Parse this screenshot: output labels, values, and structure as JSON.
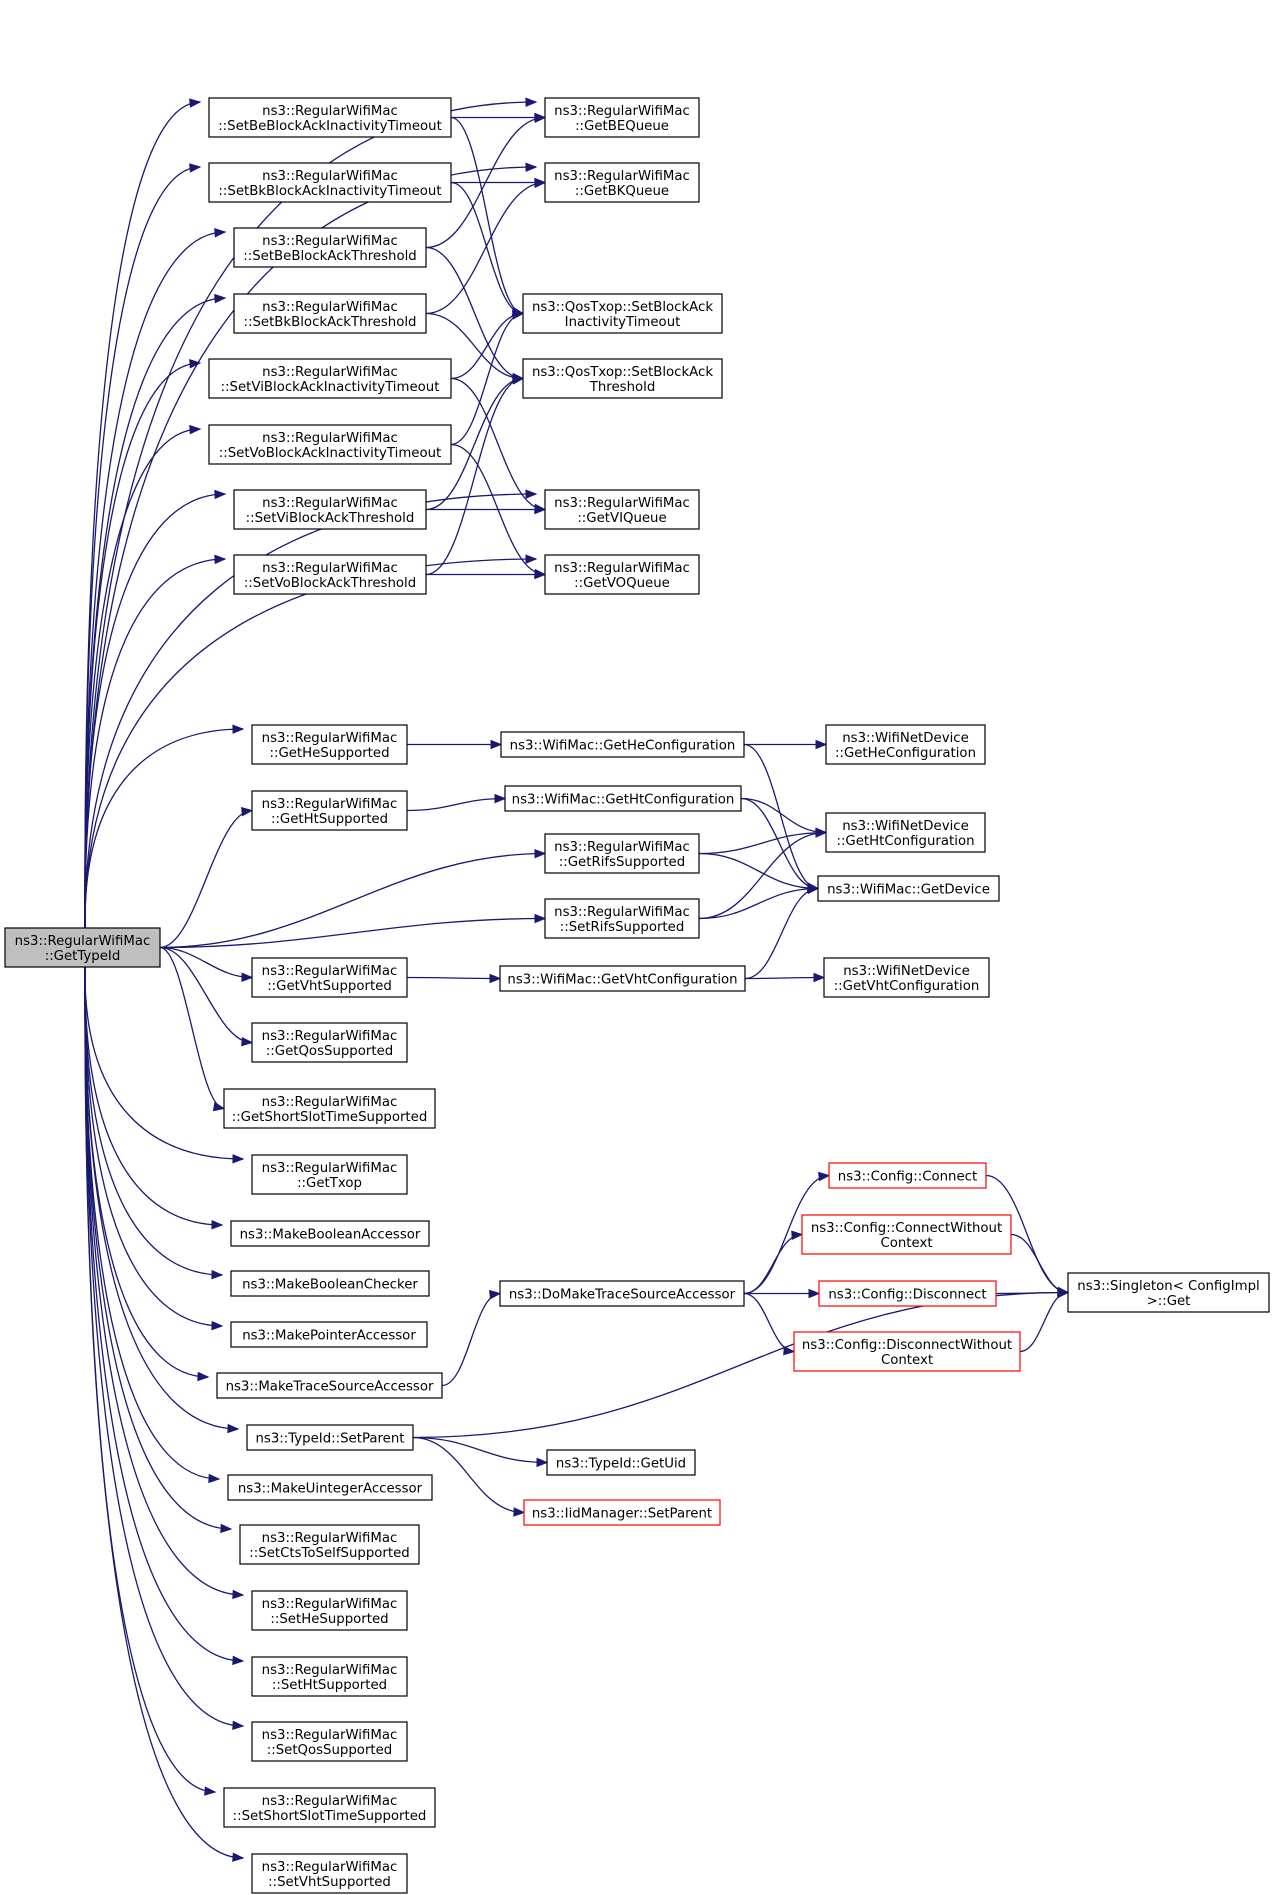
{
  "colors": {
    "edge": "#191970",
    "node_border": "#000000",
    "truncated_border": "#ff0000",
    "root_fill": "#bfbfbf",
    "node_fill": "#ffffff"
  },
  "nodes": {
    "root": [
      "ns3::RegularWifiMac",
      "::GetTypeId"
    ],
    "setBeBlockAckInactivityTimeout": [
      "ns3::RegularWifiMac",
      "::SetBeBlockAckInactivityTimeout"
    ],
    "setBkBlockAckInactivityTimeout": [
      "ns3::RegularWifiMac",
      "::SetBkBlockAckInactivityTimeout"
    ],
    "setBeBlockAckThreshold": [
      "ns3::RegularWifiMac",
      "::SetBeBlockAckThreshold"
    ],
    "setBkBlockAckThreshold": [
      "ns3::RegularWifiMac",
      "::SetBkBlockAckThreshold"
    ],
    "setViBlockAckInactivityTimeout": [
      "ns3::RegularWifiMac",
      "::SetViBlockAckInactivityTimeout"
    ],
    "setVoBlockAckInactivityTimeout": [
      "ns3::RegularWifiMac",
      "::SetVoBlockAckInactivityTimeout"
    ],
    "setViBlockAckThreshold": [
      "ns3::RegularWifiMac",
      "::SetViBlockAckThreshold"
    ],
    "setVoBlockAckThreshold": [
      "ns3::RegularWifiMac",
      "::SetVoBlockAckThreshold"
    ],
    "getBEQueue": [
      "ns3::RegularWifiMac",
      "::GetBEQueue"
    ],
    "getBKQueue": [
      "ns3::RegularWifiMac",
      "::GetBKQueue"
    ],
    "qosSetBlockAckInactivityTimeout": [
      "ns3::QosTxop::SetBlockAck",
      "InactivityTimeout"
    ],
    "qosSetBlockAckThreshold": [
      "ns3::QosTxop::SetBlockAck",
      "Threshold"
    ],
    "getVIQueue": [
      "ns3::RegularWifiMac",
      "::GetVIQueue"
    ],
    "getVOQueue": [
      "ns3::RegularWifiMac",
      "::GetVOQueue"
    ],
    "getHeSupported": [
      "ns3::RegularWifiMac",
      "::GetHeSupported"
    ],
    "getHtSupported": [
      "ns3::RegularWifiMac",
      "::GetHtSupported"
    ],
    "getRifsSupported": [
      "ns3::RegularWifiMac",
      "::GetRifsSupported"
    ],
    "setRifsSupported": [
      "ns3::RegularWifiMac",
      "::SetRifsSupported"
    ],
    "getVhtSupported": [
      "ns3::RegularWifiMac",
      "::GetVhtSupported"
    ],
    "getQosSupported": [
      "ns3::RegularWifiMac",
      "::GetQosSupported"
    ],
    "getShortSlotTimeSupported": [
      "ns3::RegularWifiMac",
      "::GetShortSlotTimeSupported"
    ],
    "getTxop": [
      "ns3::RegularWifiMac",
      "::GetTxop"
    ],
    "wifiMacGetHeConfiguration": [
      "ns3::WifiMac::GetHeConfiguration"
    ],
    "wifiMacGetHtConfiguration": [
      "ns3::WifiMac::GetHtConfiguration"
    ],
    "wifiMacGetVhtConfiguration": [
      "ns3::WifiMac::GetVhtConfiguration"
    ],
    "wifiMacGetDevice": [
      "ns3::WifiMac::GetDevice"
    ],
    "netDeviceGetHeConfiguration": [
      "ns3::WifiNetDevice",
      "::GetHeConfiguration"
    ],
    "netDeviceGetHtConfiguration": [
      "ns3::WifiNetDevice",
      "::GetHtConfiguration"
    ],
    "netDeviceGetVhtConfiguration": [
      "ns3::WifiNetDevice",
      "::GetVhtConfiguration"
    ],
    "makeBooleanAccessor": [
      "ns3::MakeBooleanAccessor"
    ],
    "makeBooleanChecker": [
      "ns3::MakeBooleanChecker"
    ],
    "makePointerAccessor": [
      "ns3::MakePointerAccessor"
    ],
    "makeTraceSourceAccessor": [
      "ns3::MakeTraceSourceAccessor"
    ],
    "doMakeTraceSourceAccessor": [
      "ns3::DoMakeTraceSourceAccessor"
    ],
    "configConnect": [
      "ns3::Config::Connect"
    ],
    "configConnectWithoutContext": [
      "ns3::Config::ConnectWithout",
      "Context"
    ],
    "configDisconnect": [
      "ns3::Config::Disconnect"
    ],
    "configDisconnectWithoutContext": [
      "ns3::Config::DisconnectWithout",
      "Context"
    ],
    "singletonGet": [
      "ns3::Singleton< ConfigImpl",
      " >::Get"
    ],
    "typeIdSetParent": [
      "ns3::TypeId::SetParent"
    ],
    "typeIdGetUid": [
      "ns3::TypeId::GetUid"
    ],
    "iidManagerSetParent": [
      "ns3::IidManager::SetParent"
    ],
    "makeUintegerAccessor": [
      "ns3::MakeUintegerAccessor"
    ],
    "setCtsToSelfSupported": [
      "ns3::RegularWifiMac",
      "::SetCtsToSelfSupported"
    ],
    "setHeSupported": [
      "ns3::RegularWifiMac",
      "::SetHeSupported"
    ],
    "setHtSupported": [
      "ns3::RegularWifiMac",
      "::SetHtSupported"
    ],
    "setQosSupported": [
      "ns3::RegularWifiMac",
      "::SetQosSupported"
    ],
    "setShortSlotTimeSupported": [
      "ns3::RegularWifiMac",
      "::SetShortSlotTimeSupported"
    ],
    "setVhtSupported": [
      "ns3::RegularWifiMac",
      "::SetVhtSupported"
    ]
  },
  "truncated_nodes": [
    "configConnect",
    "configConnectWithoutContext",
    "configDisconnect",
    "configDisconnectWithoutContext",
    "iidManagerSetParent"
  ],
  "edges": [
    [
      "root",
      "setBeBlockAckInactivityTimeout"
    ],
    [
      "root",
      "setBkBlockAckInactivityTimeout"
    ],
    [
      "root",
      "setBeBlockAckThreshold"
    ],
    [
      "root",
      "setBkBlockAckThreshold"
    ],
    [
      "root",
      "setViBlockAckInactivityTimeout"
    ],
    [
      "root",
      "setVoBlockAckInactivityTimeout"
    ],
    [
      "root",
      "setViBlockAckThreshold"
    ],
    [
      "root",
      "setVoBlockAckThreshold"
    ],
    [
      "root",
      "getBEQueue"
    ],
    [
      "root",
      "getBKQueue"
    ],
    [
      "root",
      "getVIQueue"
    ],
    [
      "root",
      "getVOQueue"
    ],
    [
      "root",
      "getHeSupported"
    ],
    [
      "root",
      "getHtSupported"
    ],
    [
      "root",
      "getRifsSupported"
    ],
    [
      "root",
      "setRifsSupported"
    ],
    [
      "root",
      "getVhtSupported"
    ],
    [
      "root",
      "getQosSupported"
    ],
    [
      "root",
      "getShortSlotTimeSupported"
    ],
    [
      "root",
      "getTxop"
    ],
    [
      "root",
      "makeBooleanAccessor"
    ],
    [
      "root",
      "makeBooleanChecker"
    ],
    [
      "root",
      "makePointerAccessor"
    ],
    [
      "root",
      "makeTraceSourceAccessor"
    ],
    [
      "root",
      "typeIdSetParent"
    ],
    [
      "root",
      "makeUintegerAccessor"
    ],
    [
      "root",
      "setCtsToSelfSupported"
    ],
    [
      "root",
      "setHeSupported"
    ],
    [
      "root",
      "setHtSupported"
    ],
    [
      "root",
      "setQosSupported"
    ],
    [
      "root",
      "setShortSlotTimeSupported"
    ],
    [
      "root",
      "setVhtSupported"
    ],
    [
      "setBeBlockAckInactivityTimeout",
      "getBEQueue"
    ],
    [
      "setBeBlockAckInactivityTimeout",
      "qosSetBlockAckInactivityTimeout"
    ],
    [
      "setBkBlockAckInactivityTimeout",
      "getBKQueue"
    ],
    [
      "setBkBlockAckInactivityTimeout",
      "qosSetBlockAckInactivityTimeout"
    ],
    [
      "setBeBlockAckThreshold",
      "getBEQueue"
    ],
    [
      "setBeBlockAckThreshold",
      "qosSetBlockAckThreshold"
    ],
    [
      "setBkBlockAckThreshold",
      "getBKQueue"
    ],
    [
      "setBkBlockAckThreshold",
      "qosSetBlockAckThreshold"
    ],
    [
      "setViBlockAckInactivityTimeout",
      "qosSetBlockAckInactivityTimeout"
    ],
    [
      "setViBlockAckInactivityTimeout",
      "getVIQueue"
    ],
    [
      "setVoBlockAckInactivityTimeout",
      "qosSetBlockAckInactivityTimeout"
    ],
    [
      "setVoBlockAckInactivityTimeout",
      "getVOQueue"
    ],
    [
      "setViBlockAckThreshold",
      "qosSetBlockAckThreshold"
    ],
    [
      "setViBlockAckThreshold",
      "getVIQueue"
    ],
    [
      "setVoBlockAckThreshold",
      "qosSetBlockAckThreshold"
    ],
    [
      "setVoBlockAckThreshold",
      "getVOQueue"
    ],
    [
      "getHeSupported",
      "wifiMacGetHeConfiguration"
    ],
    [
      "wifiMacGetHeConfiguration",
      "netDeviceGetHeConfiguration"
    ],
    [
      "wifiMacGetHeConfiguration",
      "wifiMacGetDevice"
    ],
    [
      "getHtSupported",
      "wifiMacGetHtConfiguration"
    ],
    [
      "wifiMacGetHtConfiguration",
      "netDeviceGetHtConfiguration"
    ],
    [
      "wifiMacGetHtConfiguration",
      "wifiMacGetDevice"
    ],
    [
      "getRifsSupported",
      "netDeviceGetHtConfiguration"
    ],
    [
      "getRifsSupported",
      "wifiMacGetDevice"
    ],
    [
      "setRifsSupported",
      "netDeviceGetHtConfiguration"
    ],
    [
      "setRifsSupported",
      "wifiMacGetDevice"
    ],
    [
      "getVhtSupported",
      "wifiMacGetVhtConfiguration"
    ],
    [
      "wifiMacGetVhtConfiguration",
      "netDeviceGetVhtConfiguration"
    ],
    [
      "wifiMacGetVhtConfiguration",
      "wifiMacGetDevice"
    ],
    [
      "makeTraceSourceAccessor",
      "doMakeTraceSourceAccessor"
    ],
    [
      "doMakeTraceSourceAccessor",
      "configConnect"
    ],
    [
      "doMakeTraceSourceAccessor",
      "configConnectWithoutContext"
    ],
    [
      "doMakeTraceSourceAccessor",
      "configDisconnect"
    ],
    [
      "doMakeTraceSourceAccessor",
      "configDisconnectWithoutContext"
    ],
    [
      "configConnect",
      "singletonGet"
    ],
    [
      "configConnectWithoutContext",
      "singletonGet"
    ],
    [
      "configDisconnect",
      "singletonGet"
    ],
    [
      "configDisconnectWithoutContext",
      "singletonGet"
    ],
    [
      "typeIdSetParent",
      "singletonGet"
    ],
    [
      "typeIdSetParent",
      "typeIdGetUid"
    ],
    [
      "typeIdSetParent",
      "iidManagerSetParent"
    ]
  ]
}
